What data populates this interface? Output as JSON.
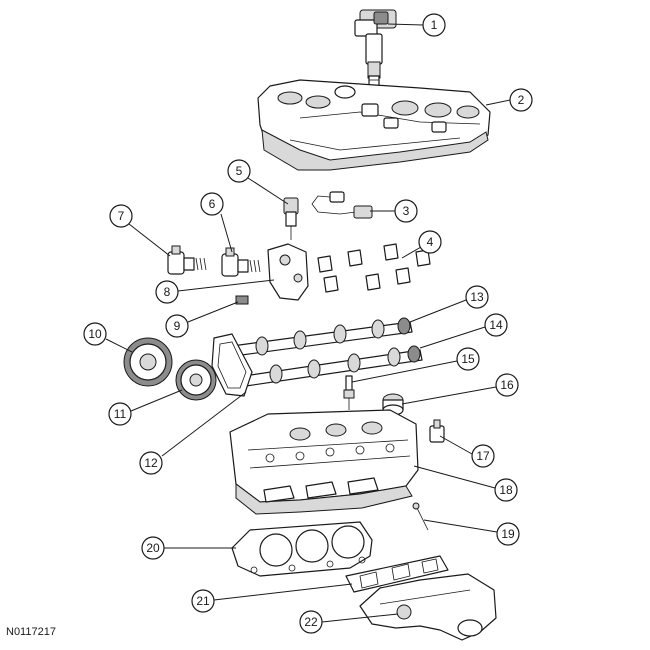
{
  "figure": {
    "id_text": "N0117217"
  },
  "callouts": [
    {
      "number": "1"
    },
    {
      "number": "2"
    },
    {
      "number": "3"
    },
    {
      "number": "4"
    },
    {
      "number": "5"
    },
    {
      "number": "6"
    },
    {
      "number": "7"
    },
    {
      "number": "8"
    },
    {
      "number": "9"
    },
    {
      "number": "10"
    },
    {
      "number": "11"
    },
    {
      "number": "12"
    },
    {
      "number": "13"
    },
    {
      "number": "14"
    },
    {
      "number": "15"
    },
    {
      "number": "16"
    },
    {
      "number": "17"
    },
    {
      "number": "18"
    },
    {
      "number": "19"
    },
    {
      "number": "20"
    },
    {
      "number": "21"
    },
    {
      "number": "22"
    }
  ]
}
